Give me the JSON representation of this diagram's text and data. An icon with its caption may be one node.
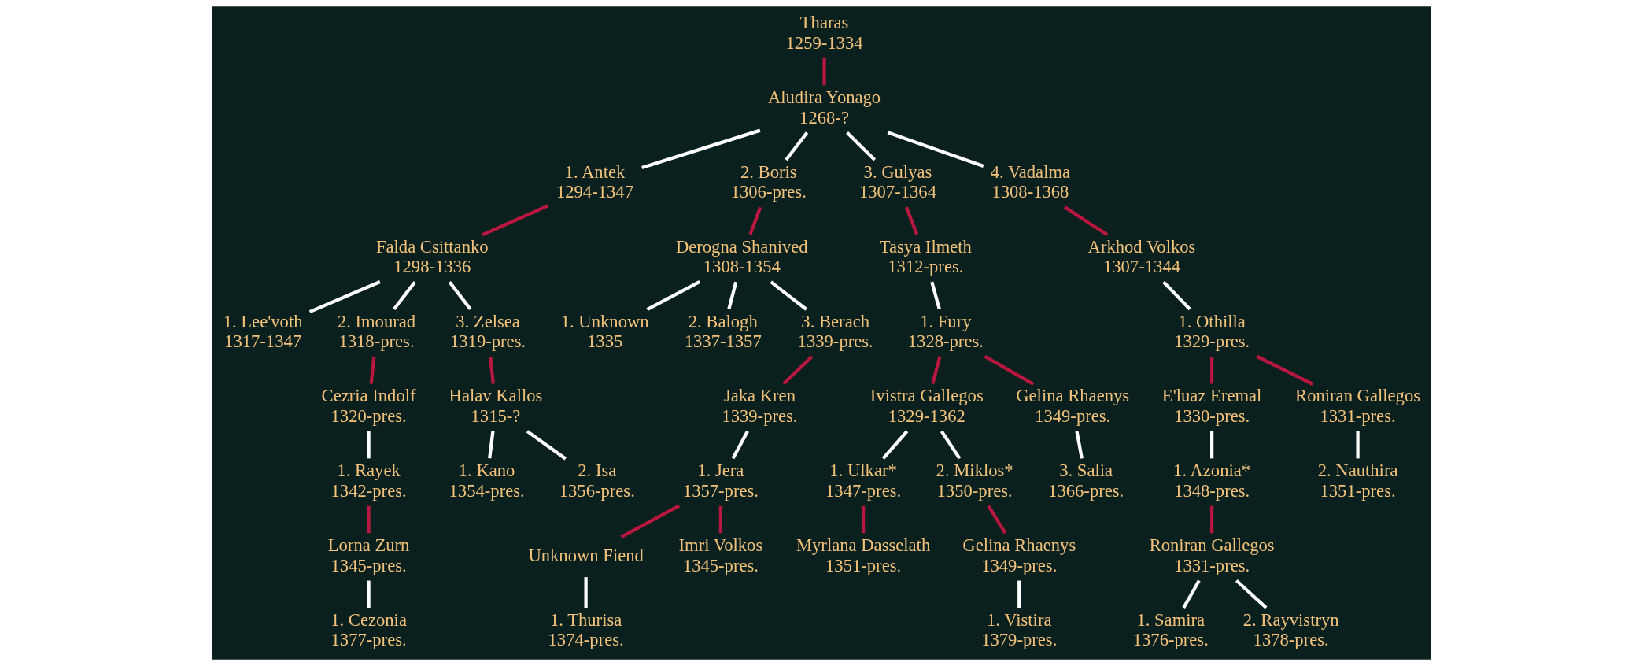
{
  "diagram": {
    "nodes": [
      {
        "text": [
          "Tharas",
          "1259-1334"
        ]
      },
      {
        "text": [
          "Aludira Yonago",
          "1268-?"
        ]
      },
      {
        "text": [
          "1. Antek",
          "1294-1347"
        ]
      },
      {
        "text": [
          "2. Boris",
          "1306-pres."
        ]
      },
      {
        "text": [
          "3. Gulyas",
          "1307-1364"
        ]
      },
      {
        "text": [
          "4. Vadalma",
          "1308-1368"
        ]
      },
      {
        "text": [
          "Falda Csittanko",
          "1298-1336"
        ]
      },
      {
        "text": [
          "Derogna Shanived",
          "1308-1354"
        ]
      },
      {
        "text": [
          "Tasya Ilmeth",
          "1312-pres."
        ]
      },
      {
        "text": [
          "Arkhod Volkos",
          "1307-1344"
        ]
      },
      {
        "text": [
          "1. Lee'voth",
          "1317-1347"
        ]
      },
      {
        "text": [
          "2. Imourad",
          "1318-pres."
        ]
      },
      {
        "text": [
          "3. Zelsea",
          "1319-pres."
        ]
      },
      {
        "text": [
          "1. Unknown",
          "1335"
        ]
      },
      {
        "text": [
          "2. Balogh",
          "1337-1357"
        ]
      },
      {
        "text": [
          "3. Berach",
          "1339-pres."
        ]
      },
      {
        "text": [
          "1. Fury",
          "1328-pres."
        ]
      },
      {
        "text": [
          "1. Othilla",
          "1329-pres."
        ]
      },
      {
        "text": [
          "Ivistra Gallegos",
          "1329-1362"
        ]
      },
      {
        "text": [
          "Gelina Rhaenys",
          "1349-pres."
        ]
      },
      {
        "text": [
          "Cezria Indolf",
          "1320-pres."
        ]
      },
      {
        "text": [
          "Halav Kallos",
          "1315-?"
        ]
      },
      {
        "text": [
          "Jaka Kren",
          "1339-pres."
        ]
      },
      {
        "text": [
          "E'luaz Eremal",
          "1330-pres."
        ]
      },
      {
        "text": [
          "Roniran Gallegos",
          "1331-pres."
        ]
      },
      {
        "text": [
          "1. Rayek",
          "1342-pres."
        ]
      },
      {
        "text": [
          "1. Kano",
          "1354-pres."
        ]
      },
      {
        "text": [
          "2. Isa",
          "1356-pres."
        ]
      },
      {
        "text": [
          "1. Jera",
          "1357-pres."
        ]
      },
      {
        "text": [
          "1. Ulkar*",
          "1347-pres."
        ]
      },
      {
        "text": [
          "2. Miklos*",
          "1350-pres."
        ]
      },
      {
        "text": [
          "3. Salia",
          "1366-pres."
        ]
      },
      {
        "text": [
          "1. Azonia*",
          "1348-pres."
        ]
      },
      {
        "text": [
          "2. Nauthira",
          "1351-pres."
        ]
      },
      {
        "text": [
          "Lorna Zurn",
          "1345-pres."
        ]
      },
      {
        "text": [
          "Unknown Fiend"
        ]
      },
      {
        "text": [
          "Imri Volkos",
          "1345-pres."
        ]
      },
      {
        "text": [
          "Myrlana Dasselath",
          "1351-pres."
        ]
      },
      {
        "text": [
          "Gelina Rhaenys",
          "1349-pres."
        ]
      },
      {
        "text": [
          "Roniran Gallegos",
          "1331-pres."
        ]
      },
      {
        "text": [
          "1. Cezonia",
          "1377-pres."
        ]
      },
      {
        "text": [
          "1. Thurisa",
          "1374-pres."
        ]
      },
      {
        "text": [
          "1. Vistira",
          "1379-pres."
        ]
      },
      {
        "text": [
          "1. Samira",
          "1376-pres."
        ]
      },
      {
        "text": [
          "2. Rayvistryn",
          "1378-pres."
        ]
      }
    ],
    "edges": [
      {
        "from": 0,
        "to": 1,
        "arrow": "none",
        "color": "#b8173f"
      },
      {
        "from": 1,
        "to": 2,
        "arrow": "none"
      },
      {
        "from": 1,
        "to": 3,
        "arrow": "none"
      },
      {
        "from": 1,
        "to": 4,
        "arrow": "none"
      },
      {
        "from": 1,
        "to": 5,
        "arrow": "none"
      },
      {
        "from": 2,
        "to": 6,
        "arrow": "none",
        "color": "#b8173f"
      },
      {
        "from": 3,
        "to": 7,
        "arrow": "none",
        "color": "#b8173f"
      },
      {
        "from": 4,
        "to": 8,
        "arrow": "none",
        "color": "#b8173f"
      },
      {
        "from": 5,
        "to": 9,
        "arrow": "none",
        "color": "#b8173f"
      },
      {
        "from": 6,
        "to": 10,
        "arrow": "none"
      },
      {
        "from": 6,
        "to": 11,
        "arrow": "none"
      },
      {
        "from": 6,
        "to": 12,
        "arrow": "none"
      },
      {
        "from": 7,
        "to": 13,
        "arrow": "none"
      },
      {
        "from": 7,
        "to": 14,
        "arrow": "none"
      },
      {
        "from": 7,
        "to": 15,
        "arrow": "none"
      },
      {
        "from": 8,
        "to": 16,
        "arrow": "none"
      },
      {
        "from": 9,
        "to": 17,
        "arrow": "none"
      },
      {
        "from": 11,
        "to": 20,
        "arrow": "none",
        "color": "#b8173f"
      },
      {
        "from": 12,
        "to": 21,
        "arrow": "none",
        "color": "#b8173f"
      },
      {
        "from": 15,
        "to": 22,
        "arrow": "none",
        "color": "#b8173f"
      },
      {
        "from": 16,
        "to": 18,
        "arrow": "none",
        "color": "#b8173f"
      },
      {
        "from": 16,
        "to": 19,
        "arrow": "none",
        "color": "#b8173f"
      },
      {
        "from": 17,
        "to": 23,
        "arrow": "none",
        "color": "#b8173f"
      },
      {
        "from": 17,
        "to": 24,
        "arrow": "none",
        "color": "#b8173f"
      },
      {
        "from": 20,
        "to": 25,
        "arrow": "none"
      },
      {
        "from": 21,
        "to": 26,
        "arrow": "none"
      },
      {
        "from": 21,
        "to": 27,
        "arrow": "none"
      },
      {
        "from": 22,
        "to": 28,
        "arrow": "none"
      },
      {
        "from": 18,
        "to": 29,
        "arrow": "none"
      },
      {
        "from": 18,
        "to": 30,
        "arrow": "none"
      },
      {
        "from": 19,
        "to": 31,
        "arrow": "none"
      },
      {
        "from": 23,
        "to": 32,
        "arrow": "none"
      },
      {
        "from": 24,
        "to": 33,
        "arrow": "none"
      },
      {
        "from": 25,
        "to": 34,
        "arrow": "none",
        "color": "#b8173f"
      },
      {
        "from": 28,
        "to": 35,
        "arrow": "none",
        "color": "#b8173f"
      },
      {
        "from": 28,
        "to": 36,
        "arrow": "none",
        "color": "#b8173f"
      },
      {
        "from": 29,
        "to": 37,
        "arrow": "none",
        "color": "#b8173f"
      },
      {
        "from": 30,
        "to": 38,
        "arrow": "none",
        "color": "#b8173f"
      },
      {
        "from": 32,
        "to": 39,
        "arrow": "none",
        "color": "#b8173f"
      },
      {
        "from": 34,
        "to": 40,
        "arrow": "none"
      },
      {
        "from": 35,
        "to": 41,
        "arrow": "none"
      },
      {
        "from": 38,
        "to": 42,
        "arrow": "none"
      },
      {
        "from": 39,
        "to": 43,
        "arrow": "none"
      },
      {
        "from": 39,
        "to": 44,
        "arrow": "none"
      }
    ]
  }
}
